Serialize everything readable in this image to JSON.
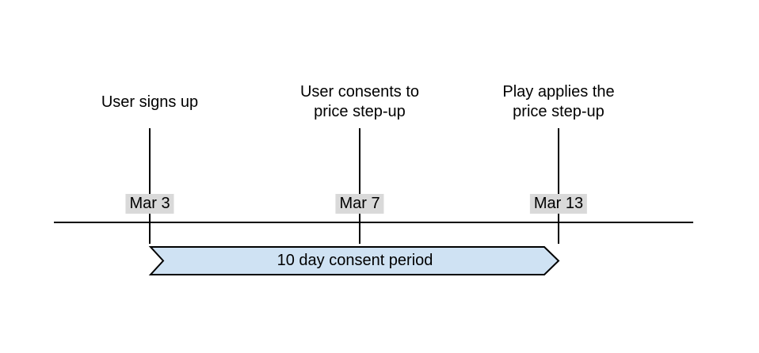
{
  "diagram": {
    "milestones": [
      {
        "title": "User signs up",
        "date": "Mar 3"
      },
      {
        "title": "User consents to\nprice step-up",
        "date": "Mar 7"
      },
      {
        "title": "Play applies the\nprice step-up",
        "date": "Mar 13"
      }
    ],
    "period": {
      "label": "10 day consent period",
      "fill": "#cfe2f3",
      "border": "#000000"
    },
    "colors": {
      "background": "#ffffff",
      "line": "#000000",
      "text": "#000000",
      "date_badge_bg": "#d9d9d9"
    }
  }
}
